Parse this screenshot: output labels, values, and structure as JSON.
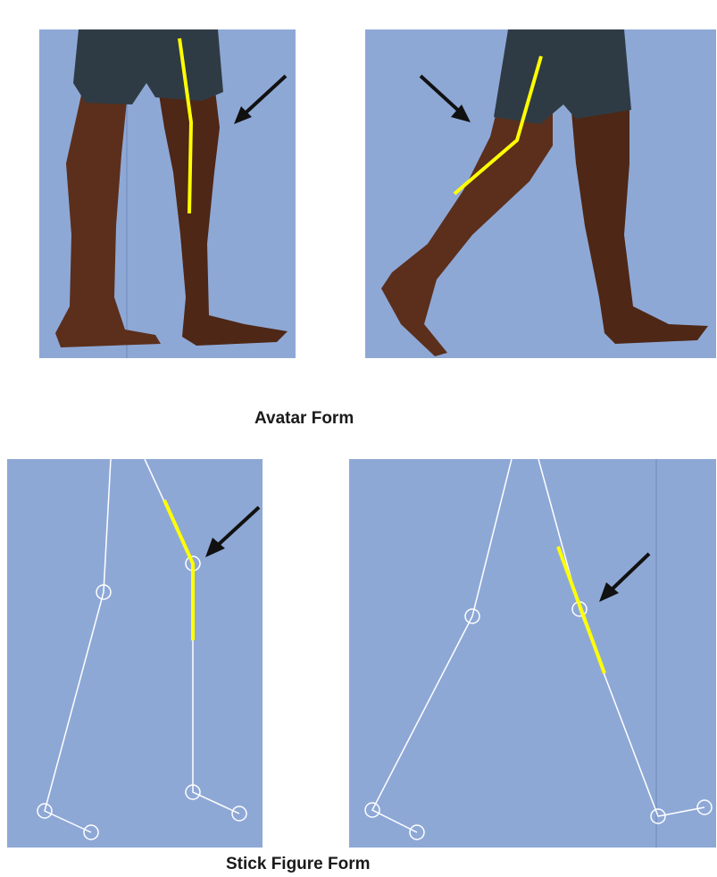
{
  "captions": {
    "avatar_form": "Avatar Form",
    "stick_figure_form": "Stick Figure Form"
  },
  "colors": {
    "panel_background": "#8ea8d6",
    "highlight_line": "#ffff00",
    "arrow": "#111111",
    "stick_line": "#ffffff",
    "skin": "#5a2e1b",
    "shorts": "#2f3b44"
  },
  "panels": [
    {
      "name": "avatar-left",
      "subject": "leg-avatar"
    },
    {
      "name": "avatar-right",
      "subject": "leg-avatar"
    },
    {
      "name": "stick-left",
      "subject": "stick-figure"
    },
    {
      "name": "stick-right",
      "subject": "stick-figure"
    }
  ]
}
